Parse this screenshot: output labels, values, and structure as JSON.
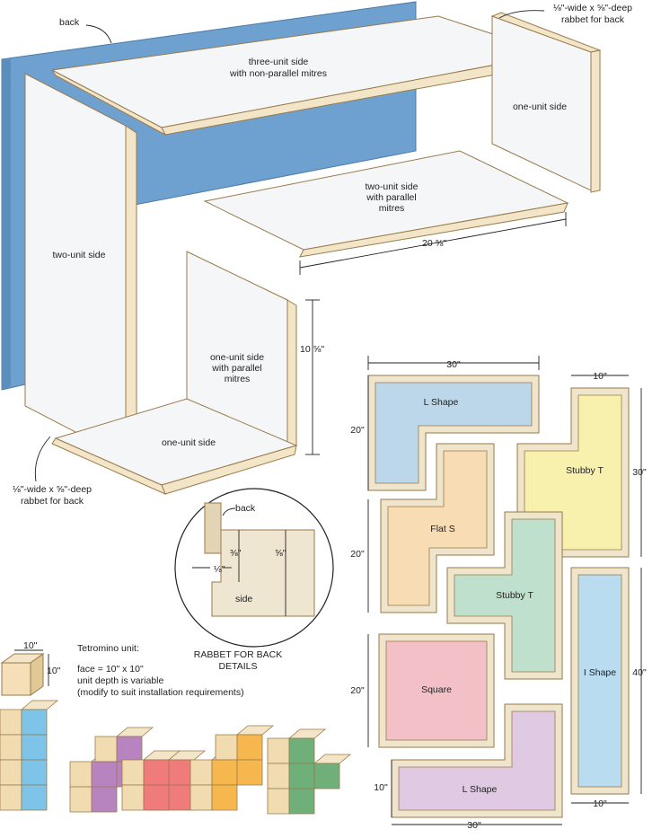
{
  "exploded": {
    "back": "back",
    "three_unit_1": "three-unit side",
    "three_unit_2": "with non-parallel mitres",
    "rabbet_top_1": "⅛\"-wide x ⅝\"-deep",
    "rabbet_top_2": "rabbet for back",
    "one_unit_side_right": "one-unit side",
    "two_unit_par_1": "two-unit side",
    "two_unit_par_2": "with parallel",
    "two_unit_par_3": "mitres",
    "dim_20_58": "20 ⅝\"",
    "two_unit_side": "two-unit side",
    "dim_10_58": "10 ⅝\"",
    "one_unit_par_1": "one-unit side",
    "one_unit_par_2": "with parallel",
    "one_unit_par_3": "mitres",
    "one_unit_side_bottom": "one-unit side",
    "rabbet_bottom_1": "⅛\"-wide x ⅝\"-deep",
    "rabbet_bottom_2": "rabbet for back"
  },
  "detail": {
    "back": "back",
    "d38": "⅜\"",
    "d58": "⅝\"",
    "d18": "⅛\"",
    "side": "side",
    "caption_1": "RABBET FOR BACK",
    "caption_2": "DETAILS"
  },
  "unit": {
    "w": "10\"",
    "h": "10\"",
    "title": "Tetromino unit:",
    "face": "face = 10\" x 10\"",
    "depth": "unit depth is variable",
    "modify": "(modify to suit installation requirements)"
  },
  "layout": {
    "dim_30_top": "30\"",
    "dim_20_a": "20\"",
    "dim_20_b": "20\"",
    "dim_20_c": "20\"",
    "dim_10_left": "10\"",
    "dim_30_bottom": "30\"",
    "dim_10_top": "10\"",
    "dim_30_right": "30\"",
    "dim_40_right": "40\"",
    "dim_10_bottom": "10\"",
    "shapes": [
      {
        "name": "L Shape",
        "color": "#bcd6ea"
      },
      {
        "name": "Flat S",
        "color": "#f7dcb4"
      },
      {
        "name": "Stubby T",
        "color": "#f8f0ad"
      },
      {
        "name": "Stubby T",
        "color": "#bfe0cc"
      },
      {
        "name": "I Shape",
        "color": "#b9dcf1"
      },
      {
        "name": "Square",
        "color": "#f4c0c7"
      },
      {
        "name": "L Shape",
        "color": "#dfc9e3"
      }
    ]
  },
  "colors": {
    "back_panel": "#6ea1cf",
    "wood": "#f3e6c8",
    "edge": "#9a7a4a",
    "cube_blue": "#7ec4e8",
    "cube_purple": "#b784c0",
    "cube_red": "#ef7b7b",
    "cube_orange": "#f6b84e",
    "cube_green": "#6fb07a"
  }
}
